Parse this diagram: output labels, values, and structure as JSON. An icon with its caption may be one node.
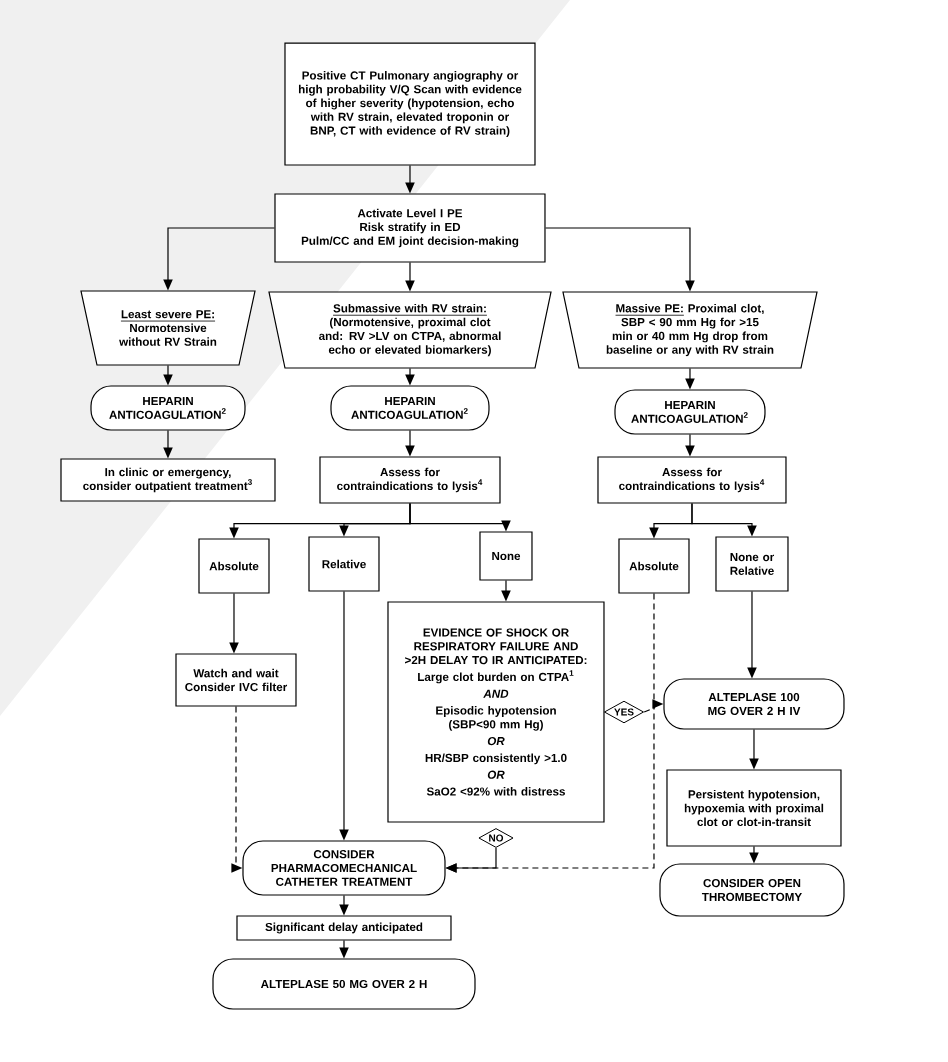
{
  "diagram": {
    "nodes": [
      {
        "text": [
          "Positive CT Pulmonary angiography or high probability V/Q Scan with evidence of higher severity (hypotension, echo with RV strain, elevated troponin or BNP, CT with evidence of RV strain)"
        ]
      },
      {
        "text": [
          "Activate Level I PE",
          "Risk stratify in ED",
          "Pulm/CC and EM joint decision-making"
        ]
      },
      {
        "text": [
          "Least severe PE:",
          "Normotensive without RV Strain"
        ]
      },
      {
        "text": [
          "Submassive with RV strain:",
          "(Normotensive, proximal clot and: RV >LV on CTPA, abnormal echo or elevated biomarkers)"
        ]
      },
      {
        "text": [
          "Massive PE:",
          "Proximal clot, SBP < 90 mm Hg for >15 min or 40 mm Hg drop from baseline or any with RV strain"
        ]
      },
      {
        "text": [
          "HEPARIN ANTICOAGULATION$^{2}$"
        ]
      },
      {
        "text": [
          "HEPARIN ANTICOAGULATION$^{2}$"
        ]
      },
      {
        "text": [
          "HEPARIN ANTICOAGULATION$^{2}$"
        ]
      },
      {
        "text": [
          "In clinic or emergency, consider outpatient treatment$^{3}$"
        ]
      },
      {
        "text": [
          "Assess for contraindications to lysis$^{4}$"
        ]
      },
      {
        "text": [
          "Assess for contraindications to lysis$^{4}$"
        ]
      },
      {
        "text": [
          "Absolute"
        ]
      },
      {
        "text": [
          "Relative"
        ]
      },
      {
        "text": [
          "None"
        ]
      },
      {
        "text": [
          "Absolute"
        ]
      },
      {
        "text": [
          "None or Relative"
        ]
      },
      {
        "text": [
          "Watch and wait",
          "Consider IVC filter"
        ]
      },
      {
        "text": [
          "EVIDENCE OF SHOCK OR RESPIRATORY FAILURE AND >2H DELAY TO IR ANTICIPATED:",
          "Large clot burden on CTPA$^{1}$",
          "AND",
          "Episodic hypotension (SBP<90 mm Hg)",
          "OR",
          "HR/SBP consistently >1.0",
          "OR",
          "SaO2 <92% with distress"
        ]
      },
      {
        "text": [
          "YES"
        ]
      },
      {
        "text": [
          "NO"
        ]
      },
      {
        "text": [
          "ALTEPLASE 100 MG OVER 2 H IV"
        ]
      },
      {
        "text": [
          "Persistent hypotension, hypoxemia with proximal clot or clot-in-transit"
        ]
      },
      {
        "text": [
          "CONSIDER OPEN THROMBECTOMY"
        ]
      },
      {
        "text": [
          "CONSIDER PHARMACOMECHANICAL CATHETER TREATMENT"
        ]
      },
      {
        "text": [
          "Significant delay anticipated"
        ]
      },
      {
        "text": [
          "ALTEPLASE 50 MG OVER 2 H"
        ]
      }
    ],
    "edges": [
      {
        "from": 0,
        "to": 1,
        "arrow": "to"
      },
      {
        "from": 1,
        "to": 2,
        "arrow": "to"
      },
      {
        "from": 1,
        "to": 3,
        "arrow": "to"
      },
      {
        "from": 1,
        "to": 4,
        "arrow": "to"
      },
      {
        "from": 2,
        "to": 5,
        "arrow": "to"
      },
      {
        "from": 3,
        "to": 6,
        "arrow": "to"
      },
      {
        "from": 4,
        "to": 7,
        "arrow": "to"
      },
      {
        "from": 5,
        "to": 8,
        "arrow": "to"
      },
      {
        "from": 6,
        "to": 9,
        "arrow": "to"
      },
      {
        "from": 7,
        "to": 10,
        "arrow": "to"
      },
      {
        "from": 9,
        "to": 11,
        "arrow": "to"
      },
      {
        "from": 9,
        "to": 12,
        "arrow": "to"
      },
      {
        "from": 9,
        "to": 13,
        "arrow": "to"
      },
      {
        "from": 10,
        "to": 14,
        "arrow": "to"
      },
      {
        "from": 10,
        "to": 15,
        "arrow": "to"
      },
      {
        "from": 11,
        "to": 16,
        "arrow": "to"
      },
      {
        "from": 12,
        "to": 23,
        "arrow": "to"
      },
      {
        "from": 13,
        "to": 17,
        "arrow": "to"
      },
      {
        "from": 18,
        "to": 20,
        "arrow": "to",
        "style": "dashed"
      },
      {
        "from": 15,
        "to": 20,
        "arrow": "to"
      },
      {
        "from": 20,
        "to": 21,
        "arrow": "to"
      },
      {
        "from": 21,
        "to": 22,
        "arrow": "to"
      },
      {
        "from": 16,
        "to": 23,
        "arrow": "to",
        "style": "dashed"
      },
      {
        "from": 14,
        "to": 23,
        "arrow": "to",
        "style": "dashed"
      },
      {
        "from": 19,
        "to": 23,
        "arrow": "to"
      },
      {
        "from": 23,
        "to": 24,
        "arrow": "to"
      },
      {
        "from": 24,
        "to": 25,
        "arrow": "to"
      }
    ]
  }
}
